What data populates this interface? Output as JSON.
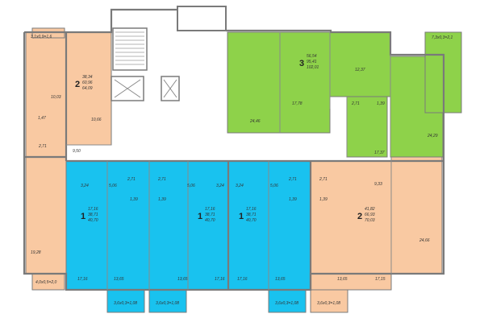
{
  "colors": {
    "peach": "#f9c9a2",
    "green": "#8ed24a",
    "blue": "#19c2ef",
    "wall": "#7a7a7a",
    "stair": "#c8c8c8"
  },
  "units": {
    "peach_2room_left": {
      "rooms": "2",
      "areas": [
        "38,34",
        "60,96",
        "64,09"
      ]
    },
    "green_3room": {
      "rooms": "3",
      "areas": [
        "56,54",
        "95,41",
        "102,01"
      ]
    },
    "blue_1room_a": {
      "rooms": "1",
      "areas": [
        "17,16",
        "38,71",
        "40,70"
      ]
    },
    "blue_1room_b": {
      "rooms": "1",
      "areas": [
        "17,16",
        "38,71",
        "40,70"
      ]
    },
    "blue_1room_c": {
      "rooms": "1",
      "areas": [
        "17,16",
        "38,71",
        "40,70"
      ]
    },
    "peach_2room_right": {
      "rooms": "2",
      "areas": [
        "41,82",
        "66,93",
        "70,03"
      ]
    }
  },
  "room_labels": [
    "3,1x0,9=1,6",
    "10,03",
    "10,66",
    "1,47",
    "2,71",
    "9,50",
    "19,28",
    "17,16",
    "4,0x0,5=2,0",
    "3,24",
    "5,06",
    "2,71",
    "1,39",
    "13,65",
    "3,6x0,3=1,08",
    "2,71",
    "1,39",
    "5,06",
    "3,24",
    "13,65",
    "17,16",
    "3,6x0,3=1,08",
    "3,24",
    "5,06",
    "2,71",
    "1,39",
    "13,65",
    "17,16",
    "3,6x0,3=1,08",
    "2,71",
    "1,39",
    "9,33",
    "13,65",
    "17,15",
    "24,66",
    "3,6x0,3=1,08",
    "24,46",
    "17,78",
    "12,37",
    "2,71",
    "1,39",
    "17,37",
    "24,29",
    "7,3x0,3=2,1"
  ]
}
